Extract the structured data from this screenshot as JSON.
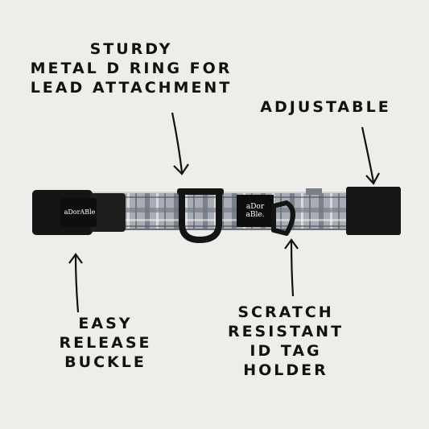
{
  "callouts": {
    "sturdy": [
      "STURDY",
      "METAL D RING FOR",
      "LEAD ATTACHMENT"
    ],
    "adjustable": [
      "ADJUSTABLE"
    ],
    "easy_release": [
      "EASY",
      "RELEASE",
      "BUCKLE"
    ],
    "scratch_resistant": [
      "SCRATCH",
      "RESISTANT",
      "ID TAG",
      "HOLDER"
    ]
  },
  "product": {
    "buckle_logo": "aDorABle",
    "tag_logo": [
      "aDor",
      "aBle."
    ]
  },
  "colors": {
    "background": "#efedea",
    "text": "#111111",
    "plaid_base": "#9ea3ab",
    "hardware": "#141414"
  },
  "icons": [
    "arrow-icon",
    "d-ring-icon",
    "buckle-icon"
  ]
}
